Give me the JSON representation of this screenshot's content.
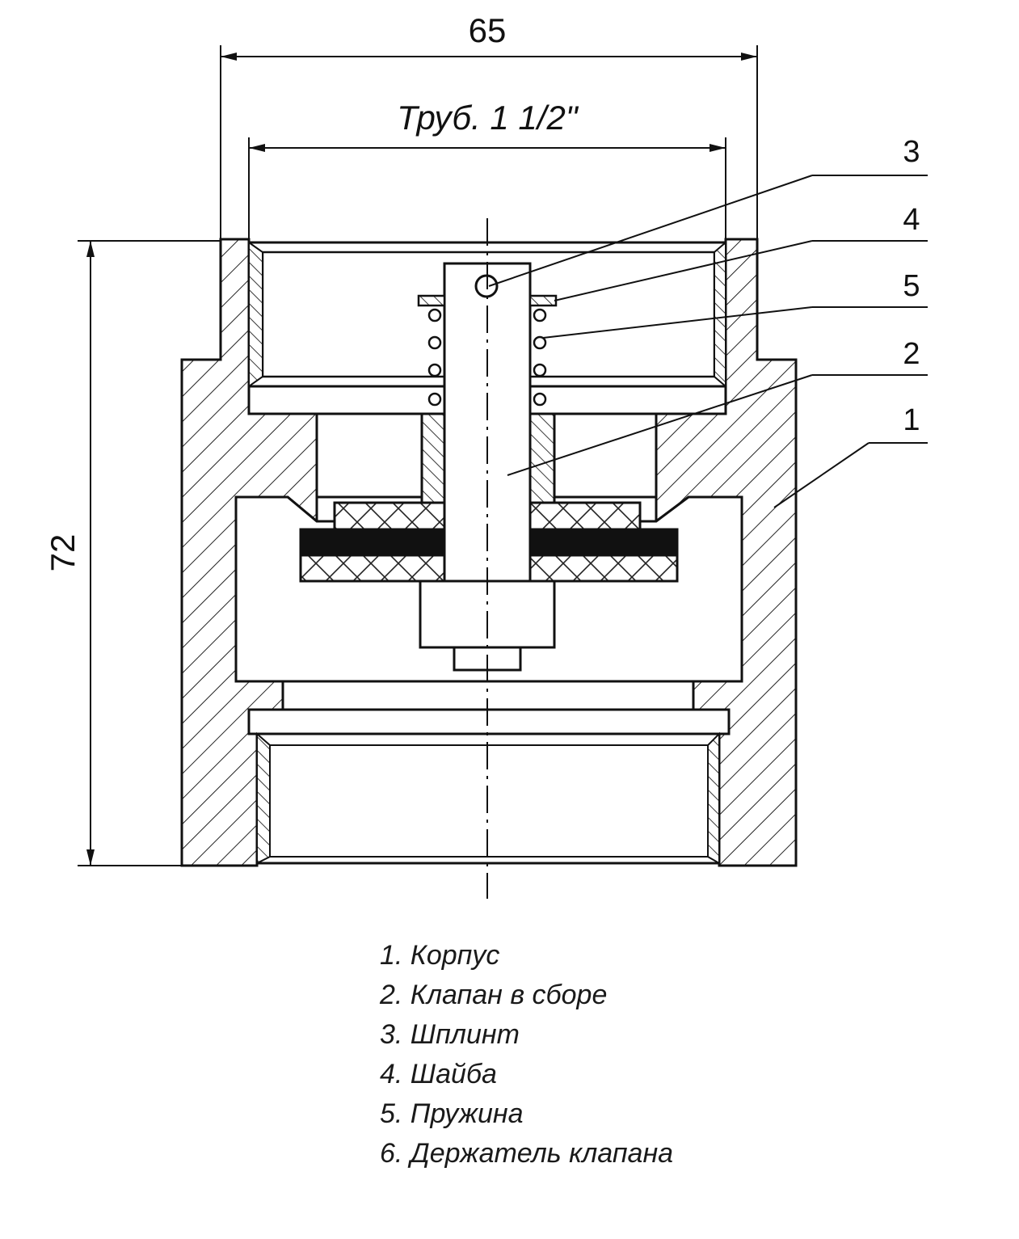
{
  "dimensions": {
    "overall_width": "65",
    "pipe_size": "Труб. 1 1/2\"",
    "height": "72"
  },
  "callouts": [
    "3",
    "4",
    "5",
    "2",
    "1"
  ],
  "legend": [
    "1. Корпус",
    "2. Клапан в сборе",
    "3. Шплинт",
    "4. Шайба",
    "5. Пружина",
    "6. Держатель клапана"
  ]
}
